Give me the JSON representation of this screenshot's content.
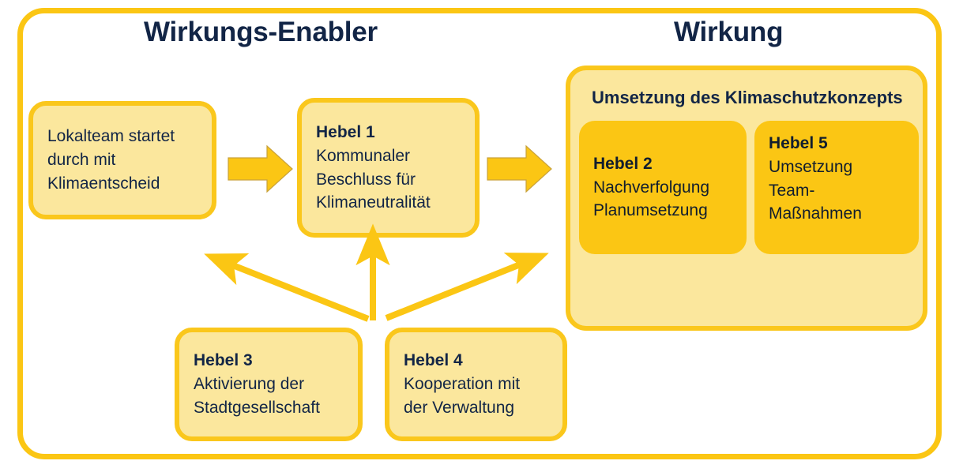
{
  "diagram": {
    "title_left": "Wirkungs-Enabler",
    "title_right": "Wirkung",
    "colors": {
      "frame": "#FBC614",
      "card_light_fill": "#FBE79D",
      "card_light_border": "#FAC71C",
      "card_dark_fill": "#FBC614",
      "text": "#122546",
      "arrow": "#FBC614"
    }
  },
  "cards": {
    "lokalteam": {
      "lines": [
        "Lokalteam startet",
        "durch mit",
        "Klimaentscheid"
      ]
    },
    "hebel1": {
      "title": "Hebel 1",
      "lines": [
        "Kommunaler",
        "Beschluss für",
        "Klimaneutralität"
      ]
    },
    "hebel2": {
      "title": "Hebel 2",
      "lines": [
        "Nachverfolgung",
        "Planumsetzung"
      ]
    },
    "hebel3": {
      "title": "Hebel 3",
      "lines": [
        "Aktivierung der",
        "Stadtgesellschaft"
      ]
    },
    "hebel4": {
      "title": "Hebel 4",
      "lines": [
        "Kooperation mit",
        "der Verwaltung"
      ]
    },
    "hebel5": {
      "title": "Hebel 5",
      "lines": [
        "Umsetzung",
        "Team-",
        "Maßnahmen"
      ]
    }
  },
  "wirkung_container": {
    "heading": "Umsetzung des Klimaschutzkonzepts"
  },
  "arrows": {
    "lokalteam_to_hebel1": "block-arrow-right-icon",
    "hebel1_to_wirkung": "block-arrow-right-icon",
    "hebel4_to_hebel1": "arrow-up-icon",
    "hebel4_to_lokalteam": "arrow-up-left-icon",
    "hebel4_to_wirkung": "arrow-up-right-icon"
  }
}
